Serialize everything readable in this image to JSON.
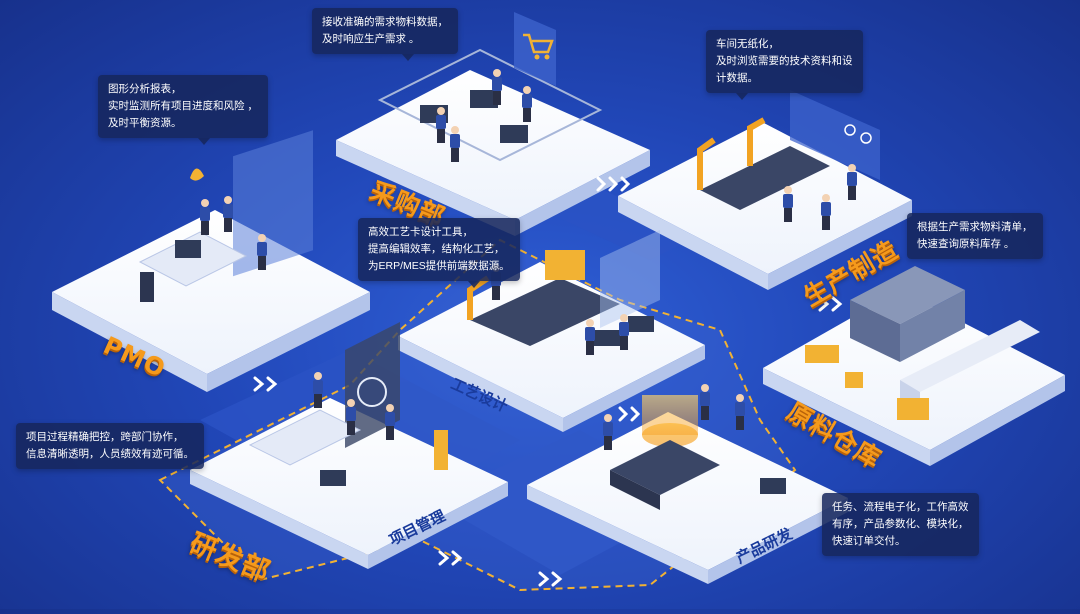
{
  "zones": {
    "pmo": "PMO",
    "purchasing": "采购部",
    "production": "生产制造",
    "warehouse": "原料仓库",
    "rnd": "研发部",
    "process_design": "工艺设计",
    "project_mgmt": "项目管理",
    "product_dev": "产品研发"
  },
  "callouts": {
    "purchasing": [
      "接收准确的需求物料数据，",
      "及时响应生产需求 。"
    ],
    "pmo": [
      "图形分析报表，",
      "实时监测所有项目进度和风险 ，",
      "及时平衡资源。"
    ],
    "production": [
      "车间无纸化，",
      "及时浏览需要的技术资料和设",
      "计数据。"
    ],
    "warehouse": [
      "根据生产需求物料清单，",
      "快速查询原料库存 。"
    ],
    "process_design": [
      "高效工艺卡设计工具，",
      "提高编辑效率，结构化工艺，",
      "为ERP/MES提供前端数据源。"
    ],
    "project_mgmt": [
      "项目过程精确把控，跨部门协作，",
      "信息清晰透明，人员绩效有迹可循。"
    ],
    "product_dev": [
      "任务、流程电子化，工作高效",
      "有序，产品参数化、模块化，",
      "快速订单交付。"
    ]
  },
  "colors": {
    "background": "#2147b8",
    "platform": "#f4f7fd",
    "platform_side": "#c9d6f1",
    "zone_label": "#f59a1c",
    "dept_outline": "#f2b233",
    "callout_bg": "#16265c",
    "figure": "#2d4da8"
  },
  "icons": [
    "shopping-cart-icon",
    "chevron-arrow-icon",
    "monitor-icon",
    "robot-arm-icon",
    "truck-icon",
    "forklift-icon",
    "warehouse-icon",
    "server-icon",
    "person-icon"
  ]
}
